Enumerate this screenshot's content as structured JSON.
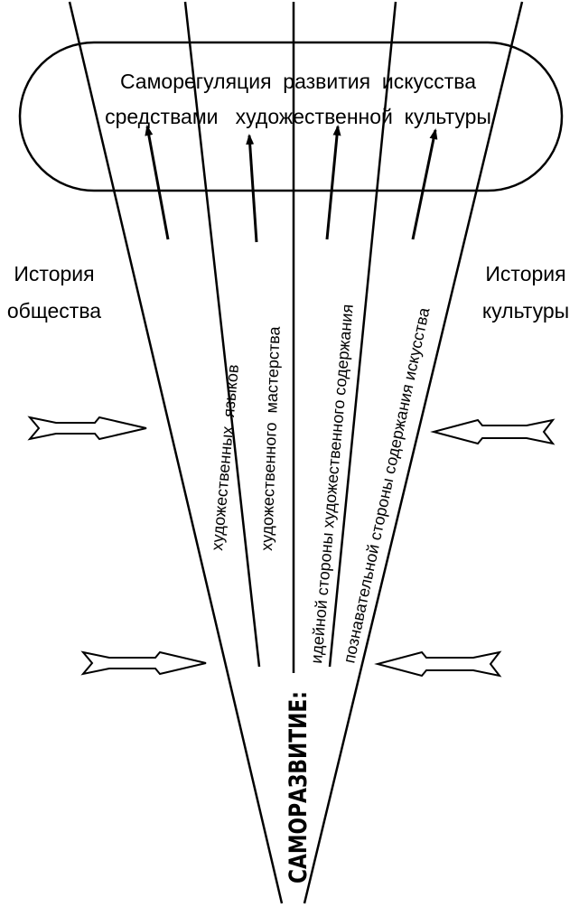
{
  "colors": {
    "ink": "#000000",
    "paper": "#ffffff"
  },
  "box": {
    "line1": "Саморегуляция  развития  искусства",
    "line2": "средствами   художественной  культуры"
  },
  "left_side": {
    "line1": "История",
    "line2": "общества"
  },
  "right_side": {
    "line1": "История",
    "line2": "культуры"
  },
  "rays": {
    "languages": "художественных  языков",
    "mastery": "художественного  мастерства",
    "ideological": "идейной стороны художественного содержания",
    "cognitive": "познавательной стороны содержания искусства"
  },
  "core_label": "САМОРАЗВИТИЕ:",
  "icons": {
    "hollow_arrow": "hollow-double-arrow-icon",
    "ray_arrow": "arrow-up-icon"
  }
}
